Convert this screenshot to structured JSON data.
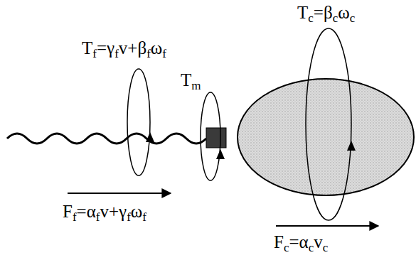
{
  "diagram": {
    "labels": [
      "Tf=γfv+βfωf",
      "Tm",
      "Tc=βcωc",
      "Ff=αfv+γfωf",
      "Fc=αcvc"
    ]
  }
}
